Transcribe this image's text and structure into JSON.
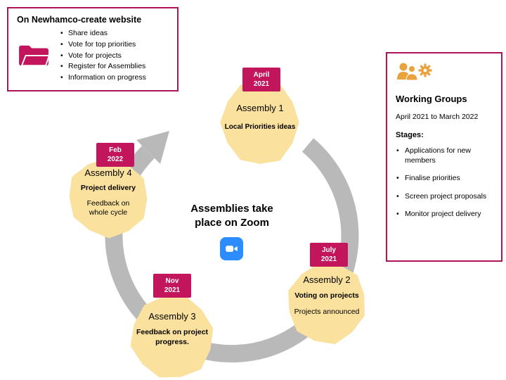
{
  "colors": {
    "accent_crimson": "#C2155C",
    "box_border": "#B01458",
    "blob_yellow": "#FAE19E",
    "arrow_gray": "#B9B9B9",
    "icon_amber": "#E9A23C",
    "zoom_blue": "#2D8CFF"
  },
  "icons": {
    "website": "folder-icon",
    "working_groups": "people-gear-icon",
    "center": "zoom-video-icon"
  },
  "website_box": {
    "title": "On Newhamco-create website",
    "items": [
      "Share ideas",
      "Vote for top priorities",
      "Vote for projects",
      "Register for Assemblies",
      "Information on progress"
    ]
  },
  "working_groups_box": {
    "title": "Working Groups",
    "period": "April 2021 to March 2022",
    "stages_label": "Stages:",
    "items": [
      "Applications for new members",
      "Finalise priorities",
      "Screen project proposals",
      "Monitor project delivery"
    ]
  },
  "center": {
    "line1": "Assemblies take",
    "line2": "place on Zoom"
  },
  "assemblies": [
    {
      "badge_month": "April",
      "badge_year": "2021",
      "title": "Assembly 1",
      "subtitle": "Local Priorities ideas"
    },
    {
      "badge_month": "July",
      "badge_year": "2021",
      "title": "Assembly 2",
      "subtitle": "Voting on projects",
      "extra": "Projects announced"
    },
    {
      "badge_month": "Nov",
      "badge_year": "2021",
      "title": "Assembly 3",
      "subtitle": "Feedback on project progress."
    },
    {
      "badge_month": "Feb",
      "badge_year": "2022",
      "title": "Assembly 4",
      "subtitle": "Project delivery",
      "extra": "Feedback on whole cycle"
    }
  ]
}
